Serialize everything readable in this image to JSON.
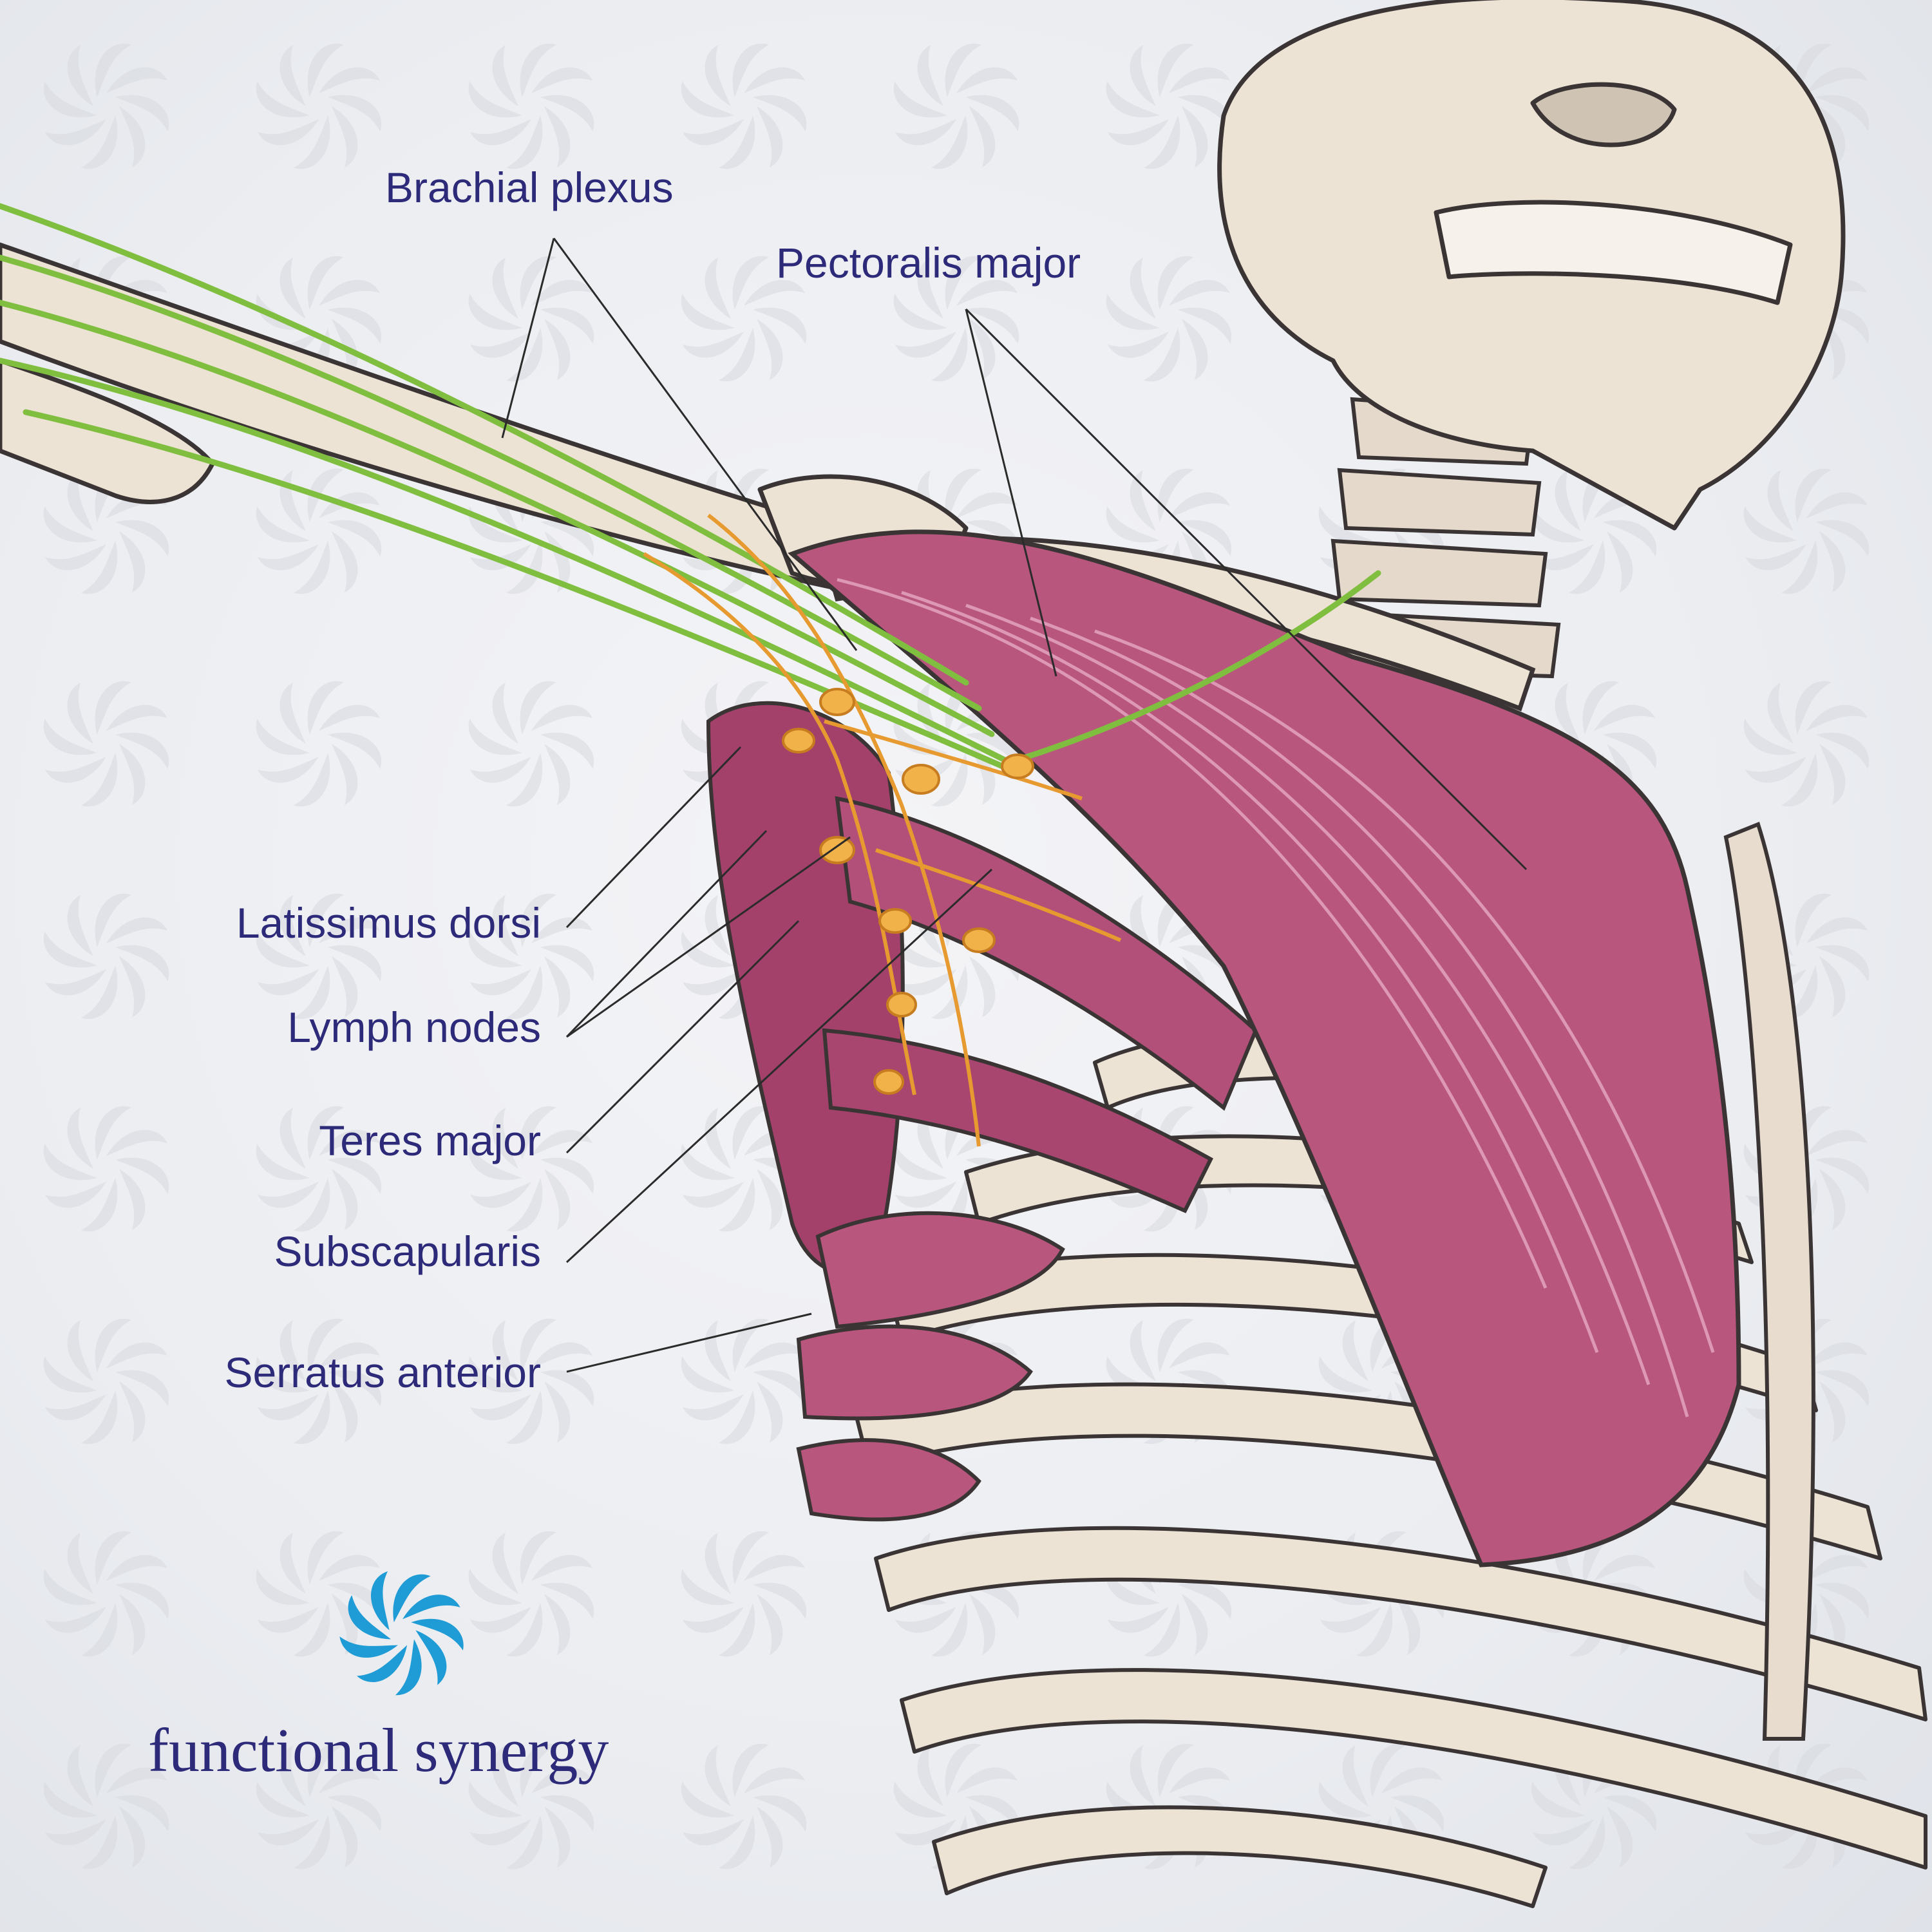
{
  "labels": {
    "brachial_plexus": "Brachial plexus",
    "pectoralis_major": "Pectoralis major",
    "latissimus_dorsi": "Latissimus dorsi",
    "lymph_nodes": "Lymph nodes",
    "teres_major": "Teres major",
    "subscapularis": "Subscapularis",
    "serratus_anterior": "Serratus anterior"
  },
  "brand": {
    "name": "functional synergy",
    "logo_icon": "swirl-logo-icon"
  },
  "colors": {
    "label_text": "#2d2a7a",
    "bone": "#ede3d5",
    "bone_shadow": "#cfc3b4",
    "muscle": "#b8567d",
    "muscle_dark": "#8e2f58",
    "nerve": "#7fbe3f",
    "lymph": "#f1b24a",
    "logo": "#1f9bd5"
  }
}
